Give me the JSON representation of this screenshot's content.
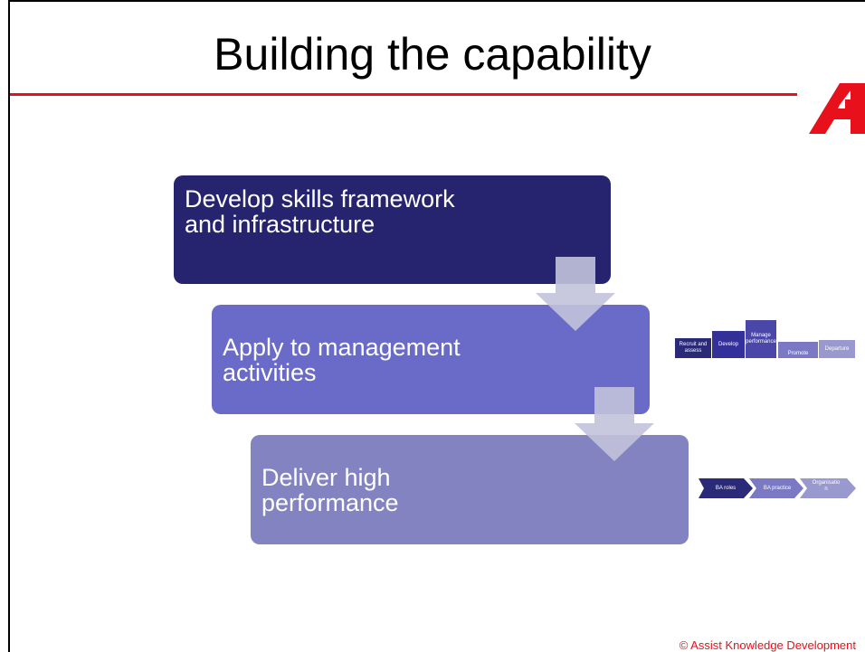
{
  "slide": {
    "title": "Building the capability",
    "copyright": "© Assist Knowledge Development"
  },
  "process": {
    "steps": [
      {
        "label": "Develop skills framework and infrastructure"
      },
      {
        "label": "Apply to management activities"
      },
      {
        "label": "Deliver high performance"
      }
    ]
  },
  "management_activities": {
    "items": [
      "Recruit and assess",
      "Develop",
      "Manage performance",
      "Promote",
      "Departure"
    ]
  },
  "performance_flow": {
    "items": [
      "BA roles",
      "BA practice",
      "Organisation"
    ]
  },
  "colors": {
    "accent": "#e8101a",
    "step1": "#27246f",
    "step2": "#6a6ac8",
    "step3": "#8383c1"
  }
}
